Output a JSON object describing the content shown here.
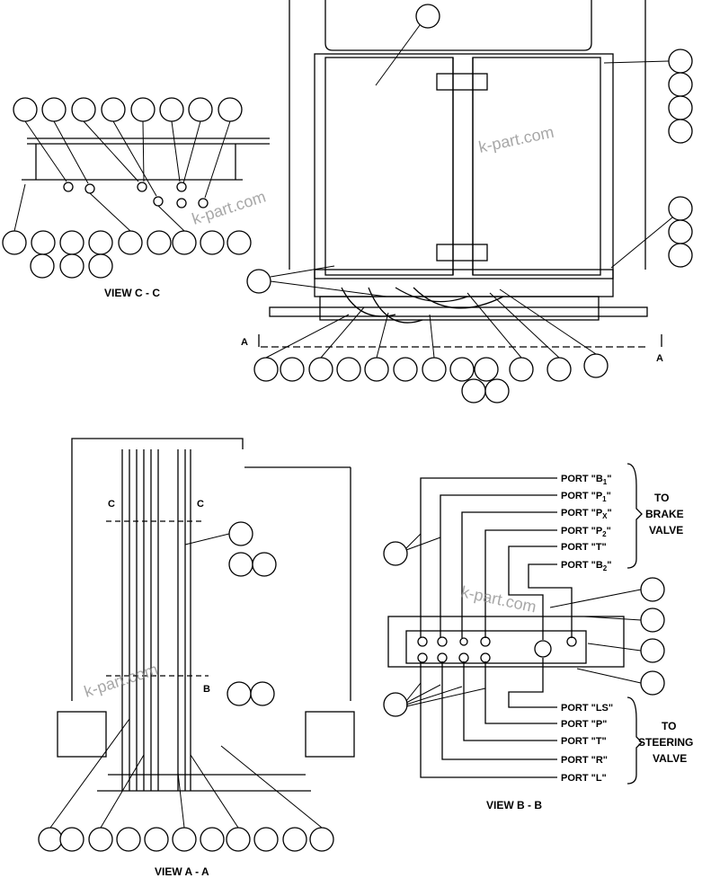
{
  "views": {
    "view_c": "VIEW C - C",
    "view_a": "VIEW A - A",
    "view_b": "VIEW B - B"
  },
  "section_marks": {
    "a": "A",
    "b": "B",
    "c": "C"
  },
  "ports_brake": [
    {
      "prefix": "PORT \"B",
      "sub": "1",
      "suffix": "\""
    },
    {
      "prefix": "PORT \"P",
      "sub": "1",
      "suffix": "\""
    },
    {
      "prefix": "PORT \"P",
      "sub": "X",
      "suffix": "\""
    },
    {
      "prefix": "PORT \"P",
      "sub": "2",
      "suffix": "\""
    },
    {
      "prefix": "PORT \"T\"",
      "sub": "",
      "suffix": ""
    },
    {
      "prefix": "PORT \"B",
      "sub": "2",
      "suffix": "\""
    }
  ],
  "ports_steering": [
    "PORT \"LS\"",
    "PORT \"P\"",
    "PORT \"T\"",
    "PORT \"R\"",
    "PORT \"L\""
  ],
  "groups": {
    "brake": [
      "TO",
      "BRAKE",
      "VALVE"
    ],
    "steering": [
      "TO",
      "STEERING",
      "VALVE"
    ]
  },
  "watermark": "k-part.com"
}
